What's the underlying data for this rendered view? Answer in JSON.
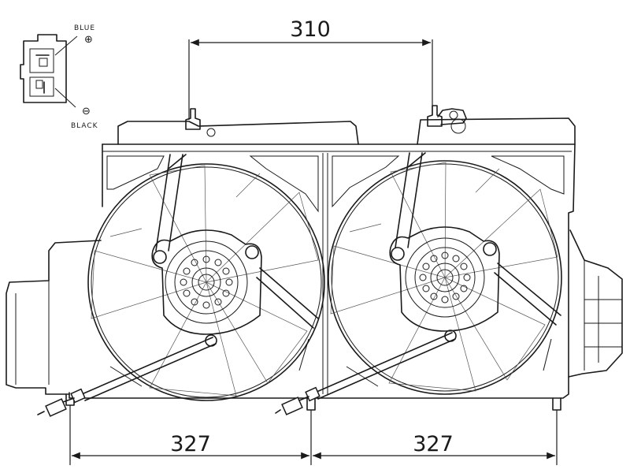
{
  "dimensions": {
    "top_width": "310",
    "left_width": "327",
    "right_width": "327"
  },
  "connector": {
    "positive_wire_label": "BLUE",
    "positive_symbol": "⊕",
    "negative_wire_label": "BLACK",
    "negative_symbol": "⊖"
  }
}
